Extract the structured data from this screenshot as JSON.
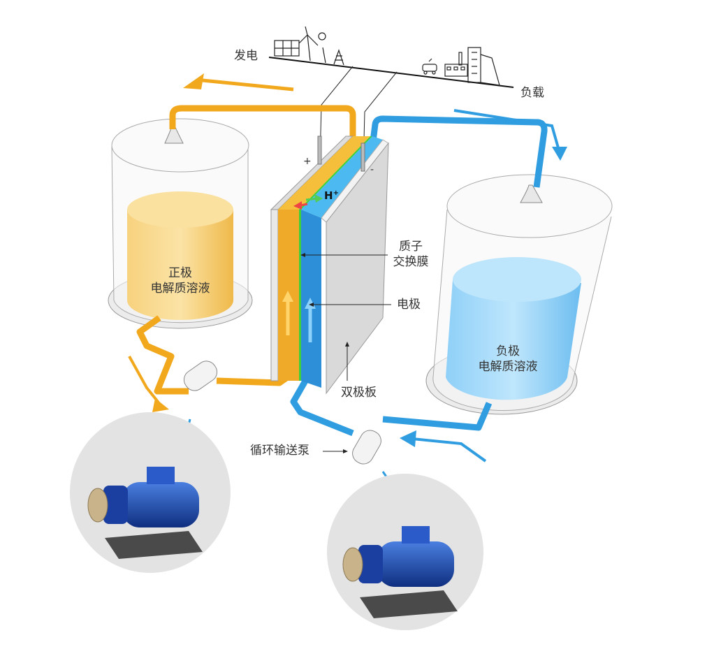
{
  "labels": {
    "generation": "发电",
    "load": "负载",
    "positive_terminal": "+",
    "negative_terminal": "-",
    "proton": "H",
    "proton_charge": "+",
    "positive_tank_line1": "正极",
    "positive_tank_line2": "电解质溶液",
    "negative_tank_line1": "负极",
    "negative_tank_line2": "电解质溶液",
    "membrane_line1": "质子",
    "membrane_line2": "交换膜",
    "electrode": "电极",
    "bipolar_plate": "双极板",
    "pump": "循环输送泵"
  },
  "colors": {
    "positive": "#f2a81d",
    "negative": "#2f9de0",
    "membrane": "#3ecf3a",
    "pump_body": "#1f4fb5"
  }
}
